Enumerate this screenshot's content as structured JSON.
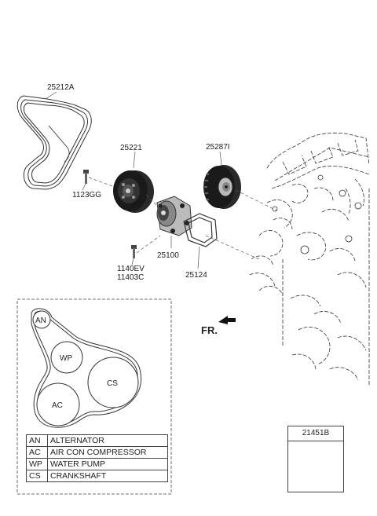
{
  "parts": {
    "belt": "25212A",
    "pulley": "25221",
    "bolt_top": "1123GG",
    "tensioner": "25287I",
    "water_pump": "25100",
    "gasket": "25124",
    "bolt_bottom_1": "1140EV",
    "bolt_bottom_2": "11403C",
    "inset_part": "21451B"
  },
  "front_marker": "FR.",
  "belt_layout": {
    "AN": "AN",
    "WP": "WP",
    "CS": "CS",
    "AC": "AC"
  },
  "legend": [
    {
      "abbr": "AN",
      "name": "ALTERNATOR"
    },
    {
      "abbr": "AC",
      "name": "AIR CON COMPRESSOR"
    },
    {
      "abbr": "WP",
      "name": "WATER PUMP"
    },
    {
      "abbr": "CS",
      "name": "CRANKSHAFT"
    }
  ]
}
